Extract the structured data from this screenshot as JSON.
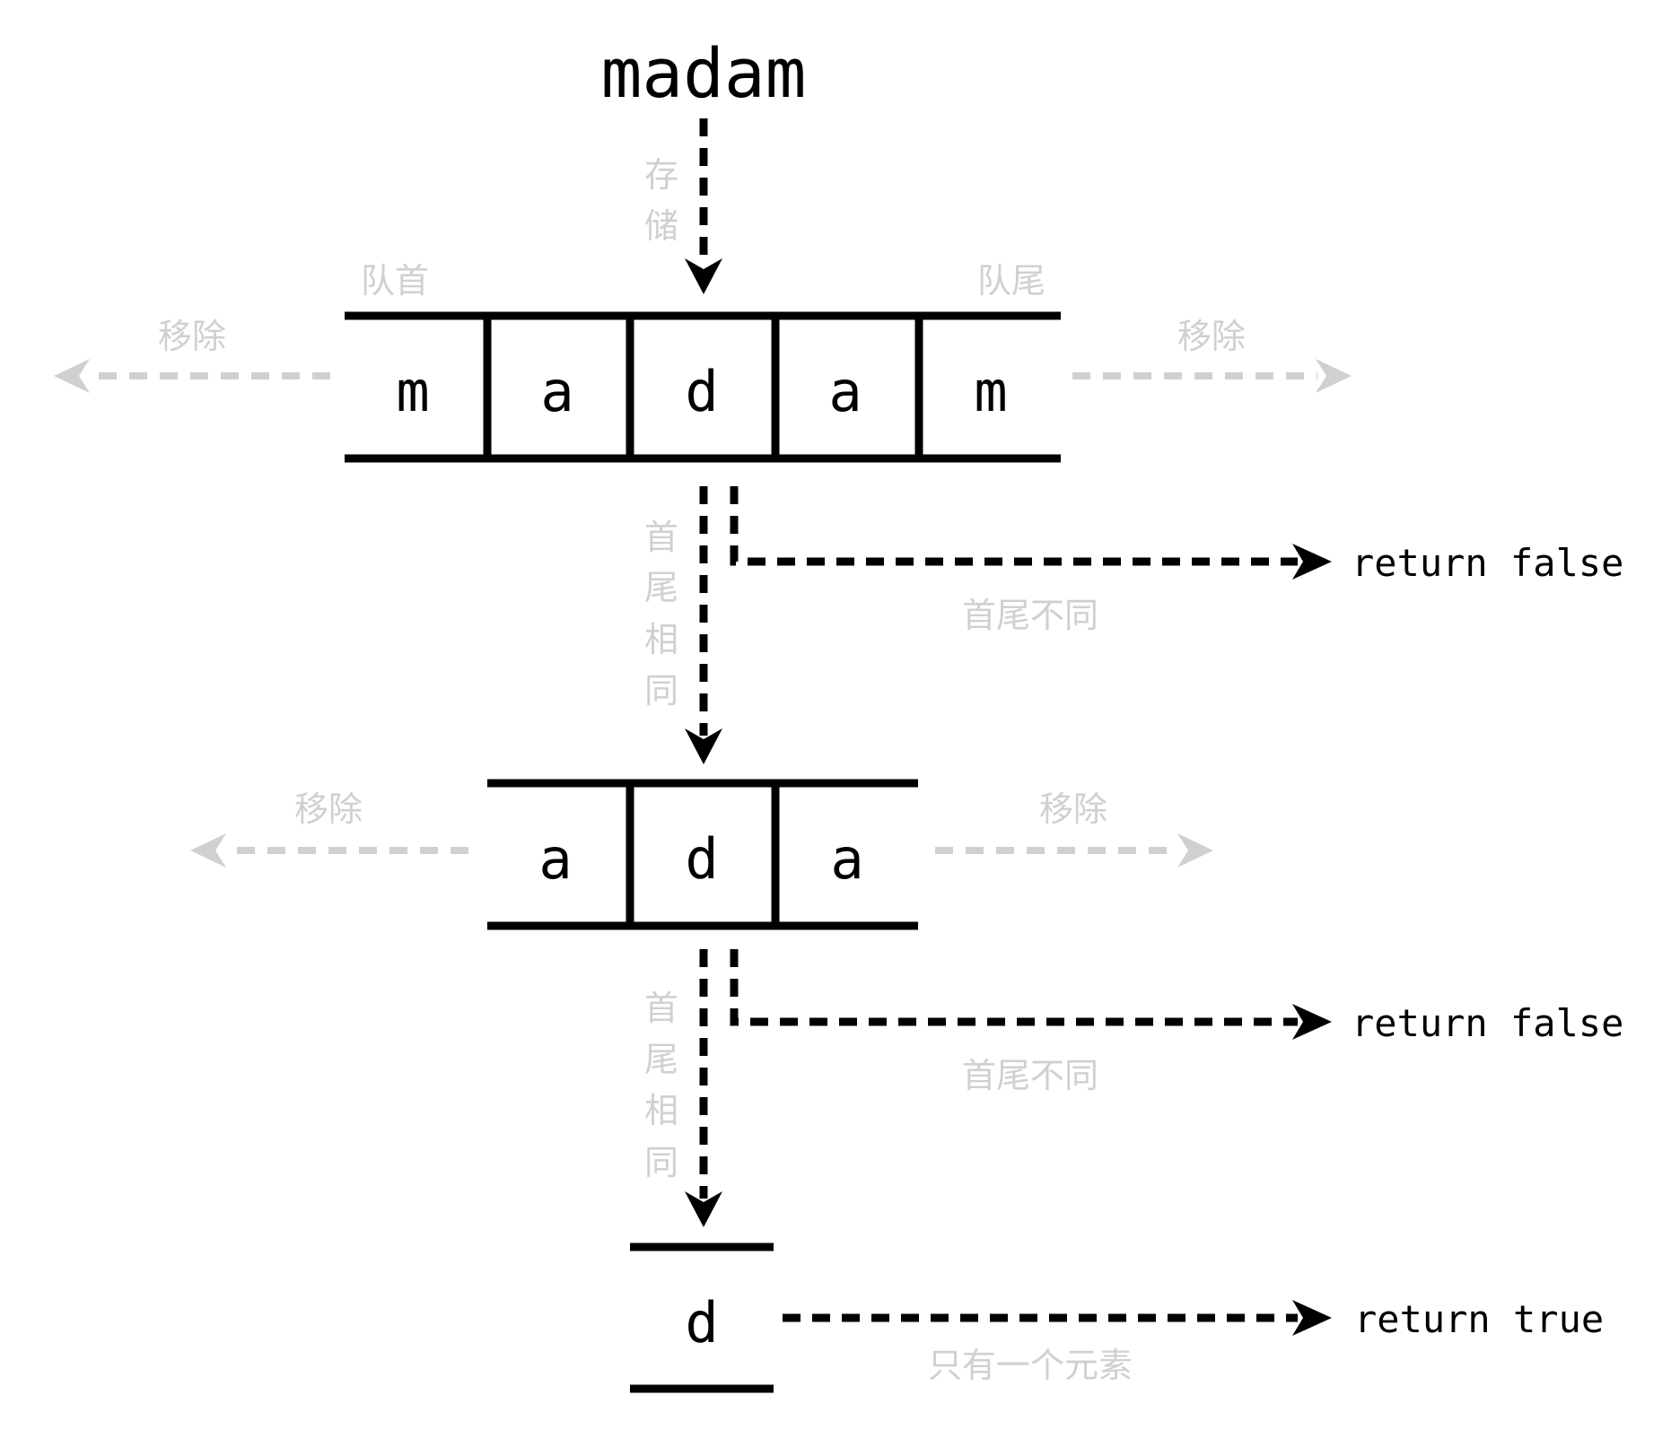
{
  "input_word": "madam",
  "store_label": [
    "存",
    "储"
  ],
  "head_label": "队首",
  "tail_label": "队尾",
  "remove_label": "移除",
  "same_label": [
    "首",
    "尾",
    "相",
    "同"
  ],
  "different_label": "首尾不同",
  "return_false": "return false",
  "return_true": "return true",
  "single_element_label": "只有一个元素",
  "queue1": [
    "m",
    "a",
    "d",
    "a",
    "m"
  ],
  "queue2": [
    "a",
    "d",
    "a"
  ],
  "queue3": [
    "d"
  ],
  "colors": {
    "ink": "#000000",
    "muted": "#d0d0d0"
  }
}
